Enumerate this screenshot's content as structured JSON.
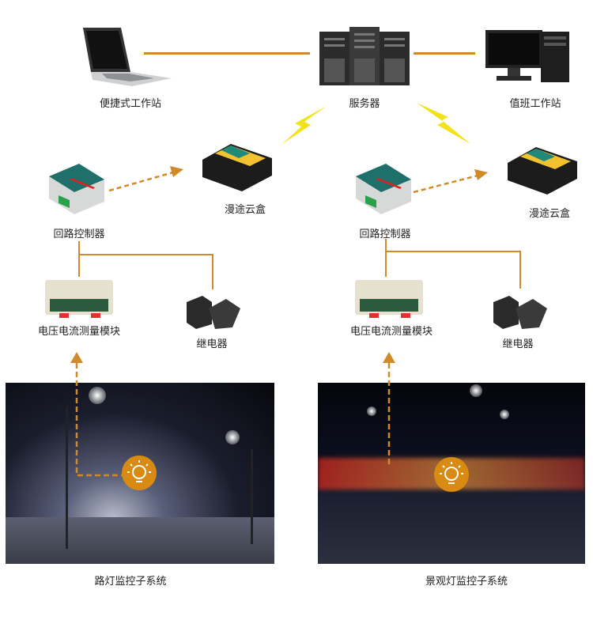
{
  "top": {
    "laptop_label": "便捷式工作站",
    "server_label": "服务器",
    "desktop_label": "值班工作站"
  },
  "left": {
    "controller_label": "回路控制器",
    "cloud_box_label": "漫途云盒",
    "meter_label": "电压电流测量模块",
    "relay_label": "继电器",
    "subsystem_label": "路灯监控子系统"
  },
  "right": {
    "controller_label": "回路控制器",
    "cloud_box_label": "漫途云盒",
    "meter_label": "电压电流测量模块",
    "relay_label": "继电器",
    "subsystem_label": "景观灯监控子系统"
  },
  "colors": {
    "line": "#d08a2a",
    "lightning": "#f2e21a",
    "bulb": "#d88a12"
  }
}
